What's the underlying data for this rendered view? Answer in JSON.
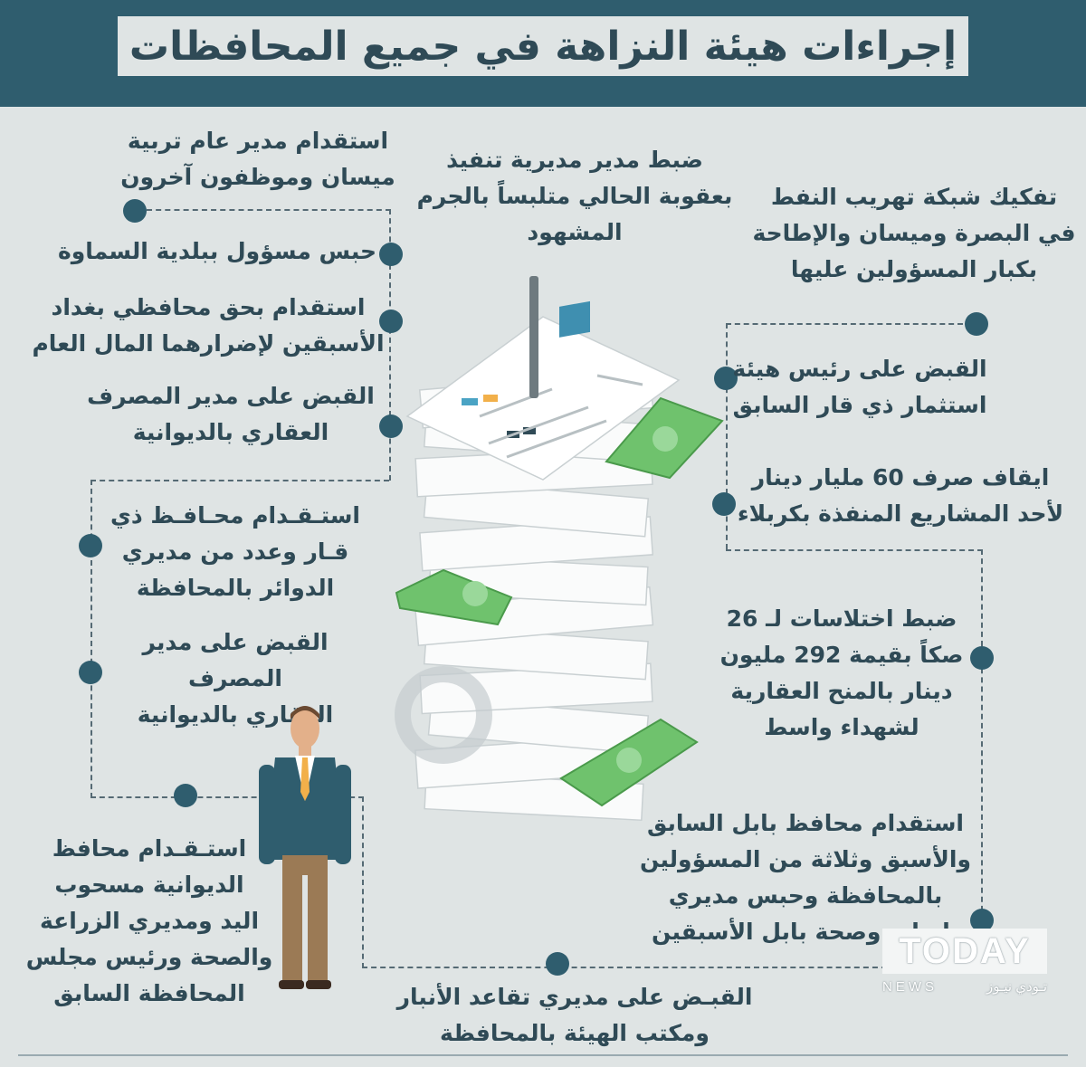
{
  "header": {
    "title": "إجراءات هيئة النزاهة في جميع المحافظات"
  },
  "left_items": [
    "استقدام مدير عام تربية\nميسان وموظفون آخرون",
    "حبس مسؤول ببلدية السماوة",
    "استقدام  بحق محافظي بغداد\nالأسبقين لإضرارهما المال العام",
    "القبض على مدير المصرف\nالعقاري بالديوانية",
    "استـقـدام محـافـظ ذي\nقـار وعدد من مديري\nالدوائر بالمحافظة",
    "القبض على مدير المصرف\nالعقاري بالديوانية",
    "استـقـدام محافظ\nالديوانية مسحوب\nاليد ومديري الزراعة\nوالصحة ورئيس مجلس\nالمحافظة السابق"
  ],
  "center_items": [
    "ضبط مدير مديرية تنفيذ\nبعقوبة الحالي متلبساً بالجرم\nالمشهود",
    "القبـض على مديري تقاعد الأنبار\nومكتب الهيئة بالمحافظة"
  ],
  "right_items": [
    "تفكيك شبكة تهريب النفط\nفي البصرة وميسان والإطاحة\nبكبار المسؤولين عليها",
    "القبض على رئيس هيئة\nاستثمار ذي قار السابق",
    "ايقاف صرف 60 مليار دينار\nلأحد المشاريع المنفذة بكربلاء",
    "ضبط اختلاسات لـ 26\nصكاً بقيمة 292 مليون\nدينار بالمنح العقارية\nلشهداء واسط",
    "استقدام محافظ بابل السابق\nوالأسبق وثلاثة من المسؤولين\nبالمحافظة وحبس مديري\nبلديات وصحة بابل الأسبقين"
  ],
  "logo": {
    "name": "TODAY",
    "sub_latin": "NEWS",
    "sub_arabic": "تـودي نيـوز"
  },
  "colors": {
    "header": "#2f5d6e",
    "background": "#dfe4e4",
    "text": "#2f4a56",
    "money": "#6fc26d"
  },
  "icons": [
    "document-stack-icon",
    "money-bill-icon",
    "businessman-icon"
  ]
}
